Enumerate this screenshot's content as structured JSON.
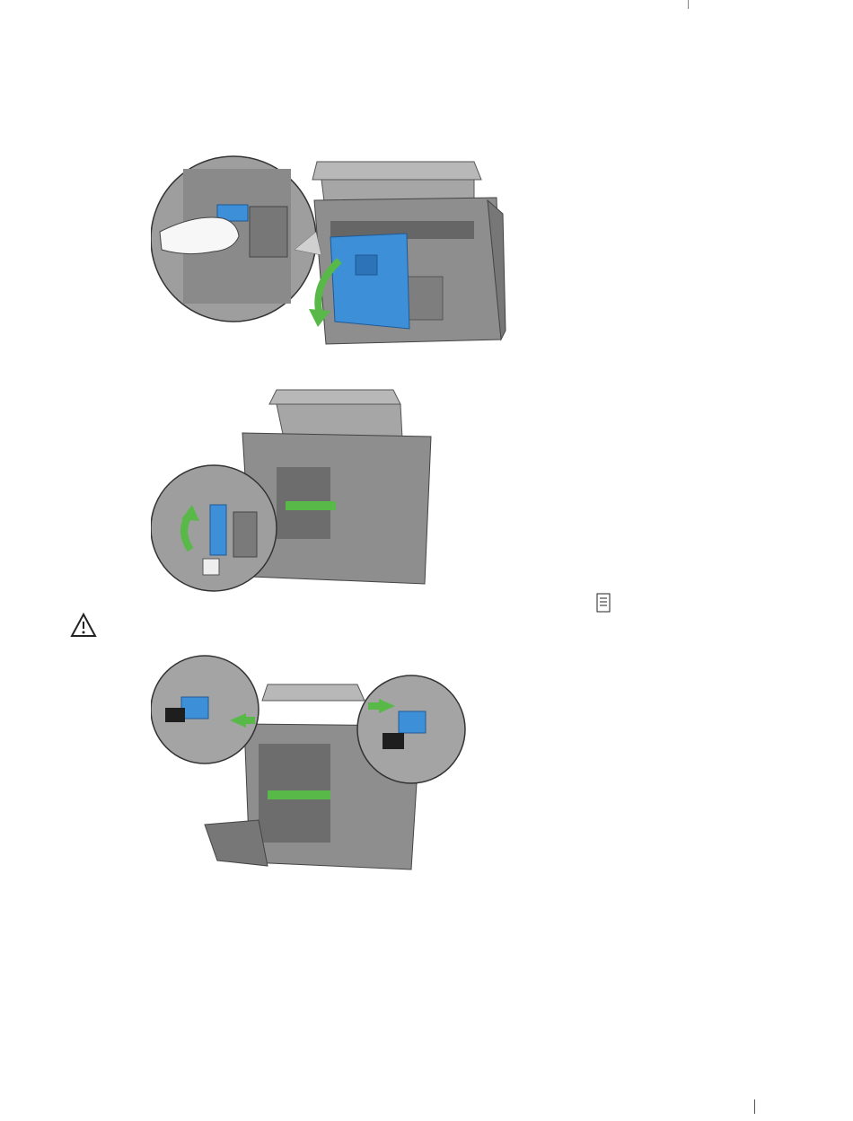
{
  "document": {
    "figures": [
      {
        "id": "figure-open-rear-cover",
        "icons": [
          "hand-icon",
          "arrow-down-icon"
        ]
      },
      {
        "id": "figure-raise-fuser-lever",
        "icons": [
          "arrow-up-icon"
        ]
      },
      {
        "id": "figure-push-levers",
        "icons": [
          "arrow-left-icon",
          "arrow-right-icon"
        ]
      }
    ],
    "icons": {
      "note": "note-icon",
      "caution": "caution-icon"
    },
    "colors": {
      "accent_blue": "#3d8fd8",
      "accent_green": "#58b848",
      "printer_gray": "#9a9a9a"
    }
  }
}
